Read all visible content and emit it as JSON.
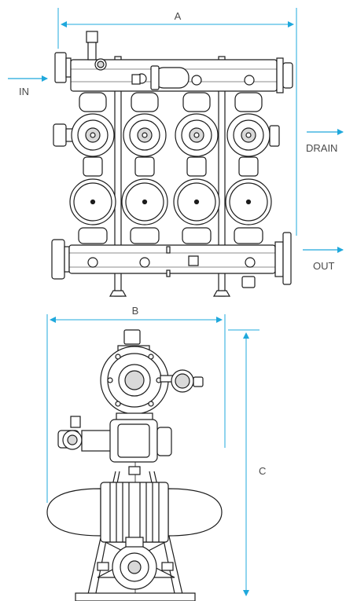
{
  "dimensions": {
    "a": "A",
    "b": "B",
    "c": "C"
  },
  "flow": {
    "inlet": "IN",
    "drain": "DRAIN",
    "outlet": "OUT"
  },
  "colors": {
    "line": "#1c1c1c",
    "accent": "#1fa8dc",
    "fill": "#ffffff",
    "shade": "#d9d9d9"
  }
}
